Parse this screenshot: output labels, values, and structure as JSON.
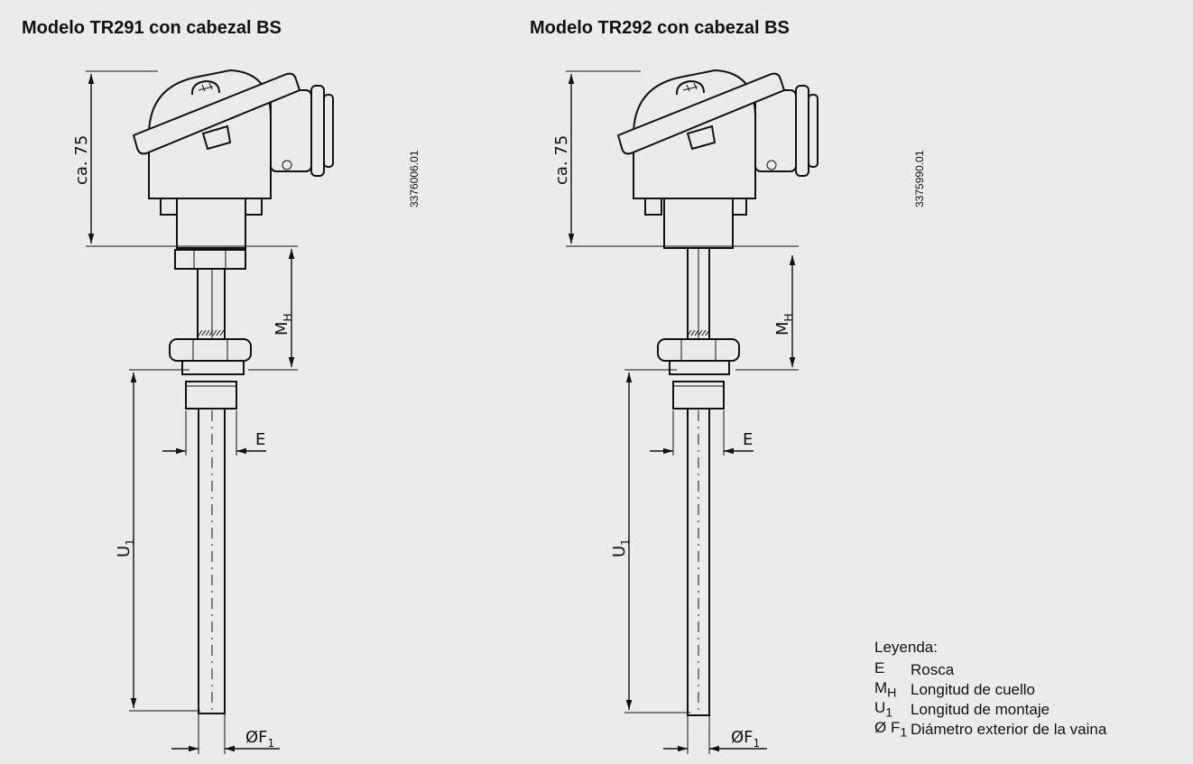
{
  "titles": {
    "left": "Modelo TR291 con cabezal BS",
    "right": "Modelo TR292 con cabezal BS"
  },
  "doc_numbers": {
    "left": "3376006.01",
    "right": "3375990.01"
  },
  "dimensions": {
    "head_height": "ca. 75",
    "neck": "M",
    "neck_sub": "H",
    "thread": "E",
    "mount": "U",
    "mount_sub": "1",
    "diameter": "ØF",
    "diameter_sub": "1"
  },
  "legend": {
    "heading": "Leyenda:",
    "items": [
      {
        "symbol": "E",
        "symbol_sub": "",
        "text": "Rosca"
      },
      {
        "symbol": "M",
        "symbol_sub": "H",
        "text": "Longitud de cuello"
      },
      {
        "symbol": "U",
        "symbol_sub": "1",
        "text": "Longitud de montaje"
      },
      {
        "symbol": "Ø F",
        "symbol_sub": "1",
        "text": "Diámetro exterior de la vaina"
      }
    ]
  }
}
